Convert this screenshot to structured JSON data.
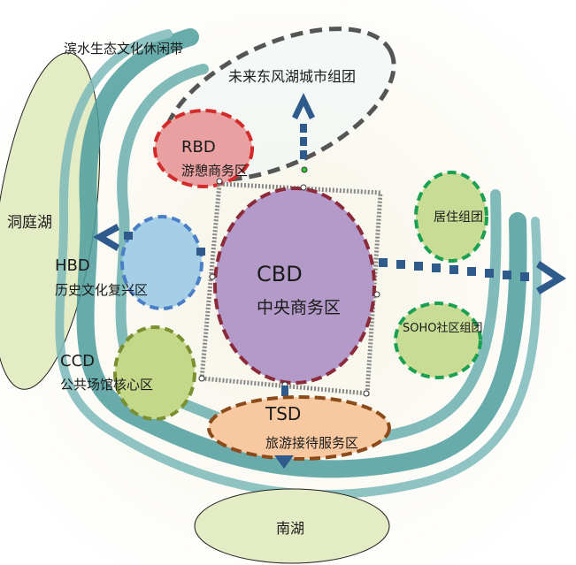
{
  "title_band": "滨水生态文化休闲带",
  "lakes": {
    "west": "洞庭湖",
    "south": "南湖"
  },
  "future_cluster": "未来东风湖城市组团",
  "zones": {
    "rbd": {
      "code": "RBD",
      "name": "游憩商务区"
    },
    "cbd": {
      "code": "CBD",
      "name": "中央商务区"
    },
    "hbd": {
      "code": "HBD",
      "name": "历史文化复兴区"
    },
    "ccd": {
      "code": "CCD",
      "name": "公共场馆核心区"
    },
    "tsd": {
      "code": "TSD",
      "name": "旅游接待服务区"
    },
    "residential": {
      "name": "居住组团"
    },
    "soho": {
      "name": "SOHO社区组团"
    }
  },
  "colors": {
    "river": "#4f9e9e",
    "lake": "#e3ecc4",
    "cbd": "#b39ac8",
    "rbd": "#e8a0a0",
    "hbd": "#a5cfe6",
    "green": "#c5d88a",
    "tsd": "#f8c9a0",
    "arrow": "#2e5a8c"
  }
}
